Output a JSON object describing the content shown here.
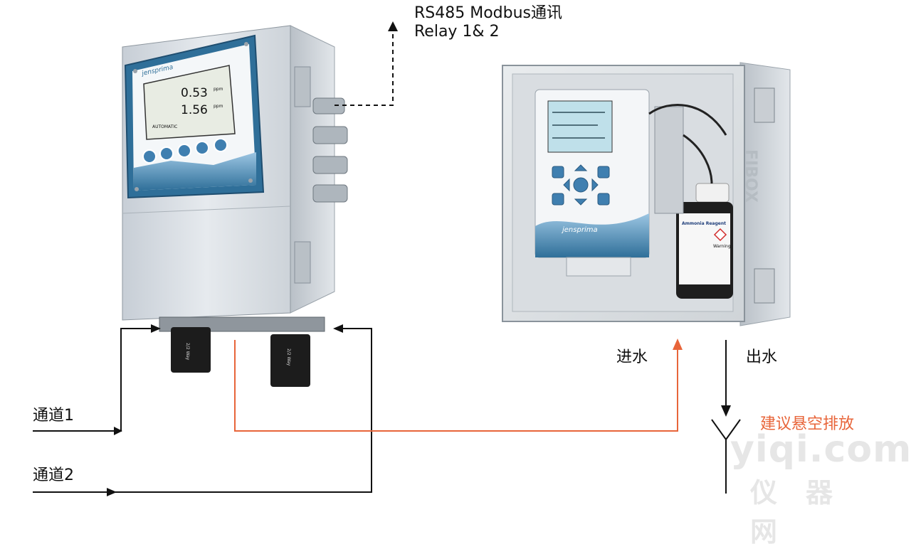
{
  "labels": {
    "rs485": "RS485 Modbus通讯",
    "relay": "Relay 1& 2",
    "water_in": "进水",
    "water_out": "出水",
    "drain_note": "建议悬空排放",
    "channel1": "通道1",
    "channel2": "通道2"
  },
  "controller": {
    "brand": "jensprima",
    "row1_value": "0.53",
    "row1_unit": "ppm",
    "row2_value": "1.56",
    "row2_unit": "ppm",
    "mode": "AUTOMATIC"
  },
  "analyzer": {
    "brand": "jensprima",
    "side_text": "FIBOX",
    "reagent_label": "Ammonia Reagent",
    "warning_label": "Warning"
  },
  "watermark": {
    "text": "yiqi.com",
    "sub": "仪器网"
  },
  "colors": {
    "orange": "#e8653a",
    "line": "#111111",
    "panel_blue": "#2f6f99"
  },
  "icons": [
    "arrow-up-icon",
    "arrow-right-icon",
    "arrow-down-icon",
    "drain-y-icon",
    "warning-diamond-icon"
  ]
}
